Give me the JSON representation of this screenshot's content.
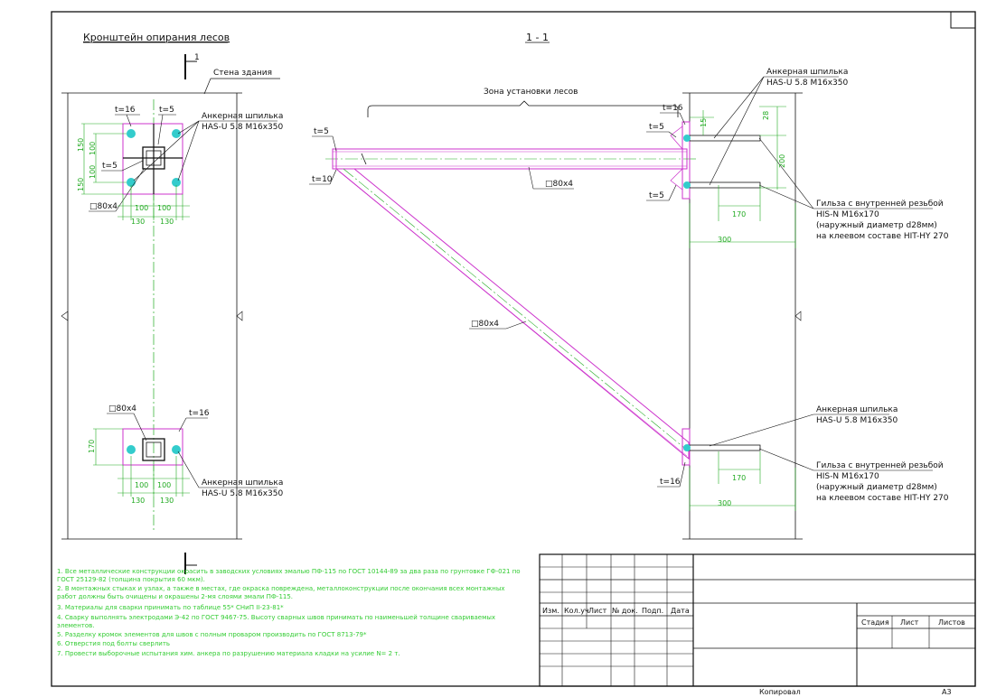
{
  "drawing": {
    "title_left": "Кронштейн опирания лесов",
    "title_right": "1 - 1",
    "section_mark": "1",
    "wall_label": "Стена здания",
    "zone_label": "Зона установки лесов"
  },
  "plan": {
    "anchor_top": [
      "Анкерная шпилька",
      "HAS-U 5.8 M16x350"
    ],
    "anchor_bottom": [
      "Анкерная шпилька",
      "HAS-U 5.8 M16x350"
    ],
    "t16": "t=16",
    "t5": "t=5",
    "tube": "□80x4",
    "dims": {
      "d150": "150",
      "d100": "100",
      "d130": "130",
      "d170": "170"
    }
  },
  "section": {
    "t5": "t=5",
    "t10": "t=10",
    "t16": "t=16",
    "tube_top": "□80x4",
    "tube_diag": "□80x4",
    "anchor_top": [
      "Анкерная шпилька",
      "HAS-U 5.8 M16x350"
    ],
    "anchor_bottom": [
      "Анкерная шпилька",
      "HAS-U 5.8 M16x350"
    ],
    "sleeve_top": [
      "Гильза с внутренней резьбой",
      "HIS-N M16x170",
      "(наружный диаметр d28мм)",
      "на клеевом составе HIT-HY 270"
    ],
    "sleeve_bottom": [
      "Гильза с внутренней резьбой",
      "HIS-N M16x170",
      "(наружный диаметр d28мм)",
      "на клеевом составе HIT-HY 270"
    ],
    "dims": {
      "d15": "15",
      "d28": "28",
      "d200": "200",
      "d170": "170",
      "d300": "300"
    }
  },
  "notes": [
    "1. Все металлические конструкции окрасить в заводских условиях эмалью ПФ-115 по ГОСТ 10144-89 за два раза по грунтовке ГФ-021 по",
    "ГОСТ 25129-82 (толщина покрытия 60 мкм).",
    "2. В монтажных стыках и узлах, а также в местах, где окраска повреждена, металлоконструкции после окончания всех монтажных",
    "работ должны быть очищены и окрашены 2-мя слоями эмали ПФ-115.",
    "3. Материалы для сварки принимать по таблице 55* СНиП II-23-81*",
    "4. Сварку выполнять электродами Э-42 по ГОСТ 9467-75. Высоту сварных швов принимать по наименьшей толщине свариваемых",
    "элементов.",
    "5. Разделку кромок элементов для швов с полным проваром производить по ГОСТ 8713-79*",
    "6. Отверстия под болты сверлить",
    "7. Провести выборочные испытания хим. анкера по разрушению материала кладки на усилие N= 2 т."
  ],
  "stamp": {
    "cols": [
      "Изм.",
      "Кол.уч",
      "Лист",
      "№ док.",
      "Подп.",
      "Дата"
    ],
    "stage": [
      "Стадия",
      "Лист",
      "Листов"
    ],
    "copied": "Копировал",
    "format": "А3"
  }
}
